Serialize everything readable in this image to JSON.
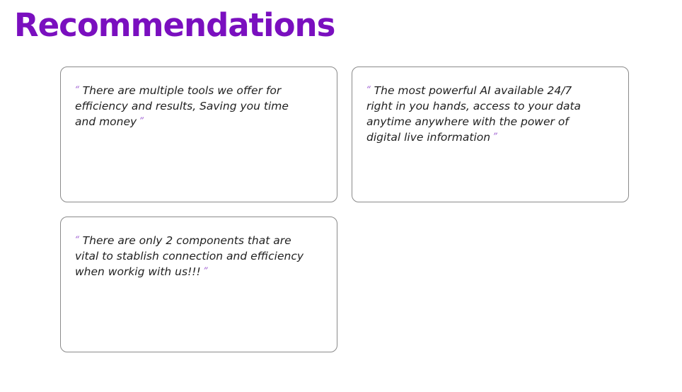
{
  "title": "Recommendations",
  "quote_marks": {
    "open": "“",
    "close": "”"
  },
  "colors": {
    "title": "#7a0fbf",
    "quote_mark": "#9b59d0",
    "card_border": "#8a8a8a"
  },
  "cards": [
    {
      "text": "There are multiple tools we offer for\nefficiency and results, Saving you time\nand money"
    },
    {
      "text": "The most powerful AI available 24/7\nright in you hands, access to your data\nanytime anywhere with the power of\ndigital live information"
    },
    {
      "text": "There are only 2 components that are\nvital to stablish connection and efficiency\nwhen workig with us!!!"
    }
  ]
}
